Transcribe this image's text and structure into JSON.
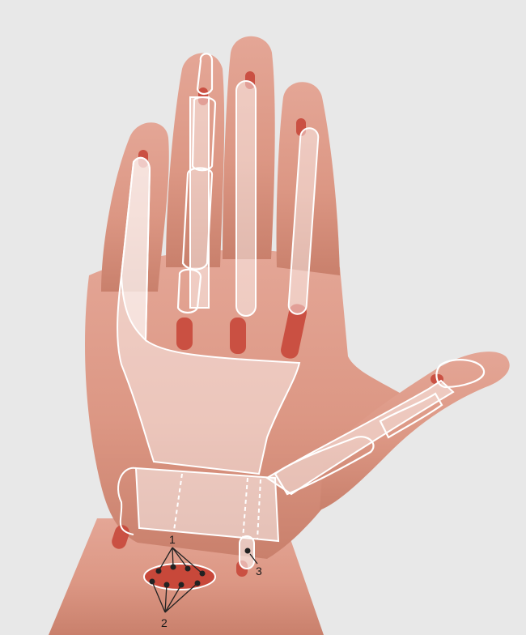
{
  "colors": {
    "background": "#e8e8e8",
    "skin": "#e2a08c",
    "skin_shadow": "#c9806c",
    "sheath_overlay": "#ffffff",
    "tendon_red": "#c8483a",
    "outline": "#ffffff",
    "point": "#222222"
  },
  "labels": {
    "one": "1",
    "two": "2",
    "three": "3"
  }
}
